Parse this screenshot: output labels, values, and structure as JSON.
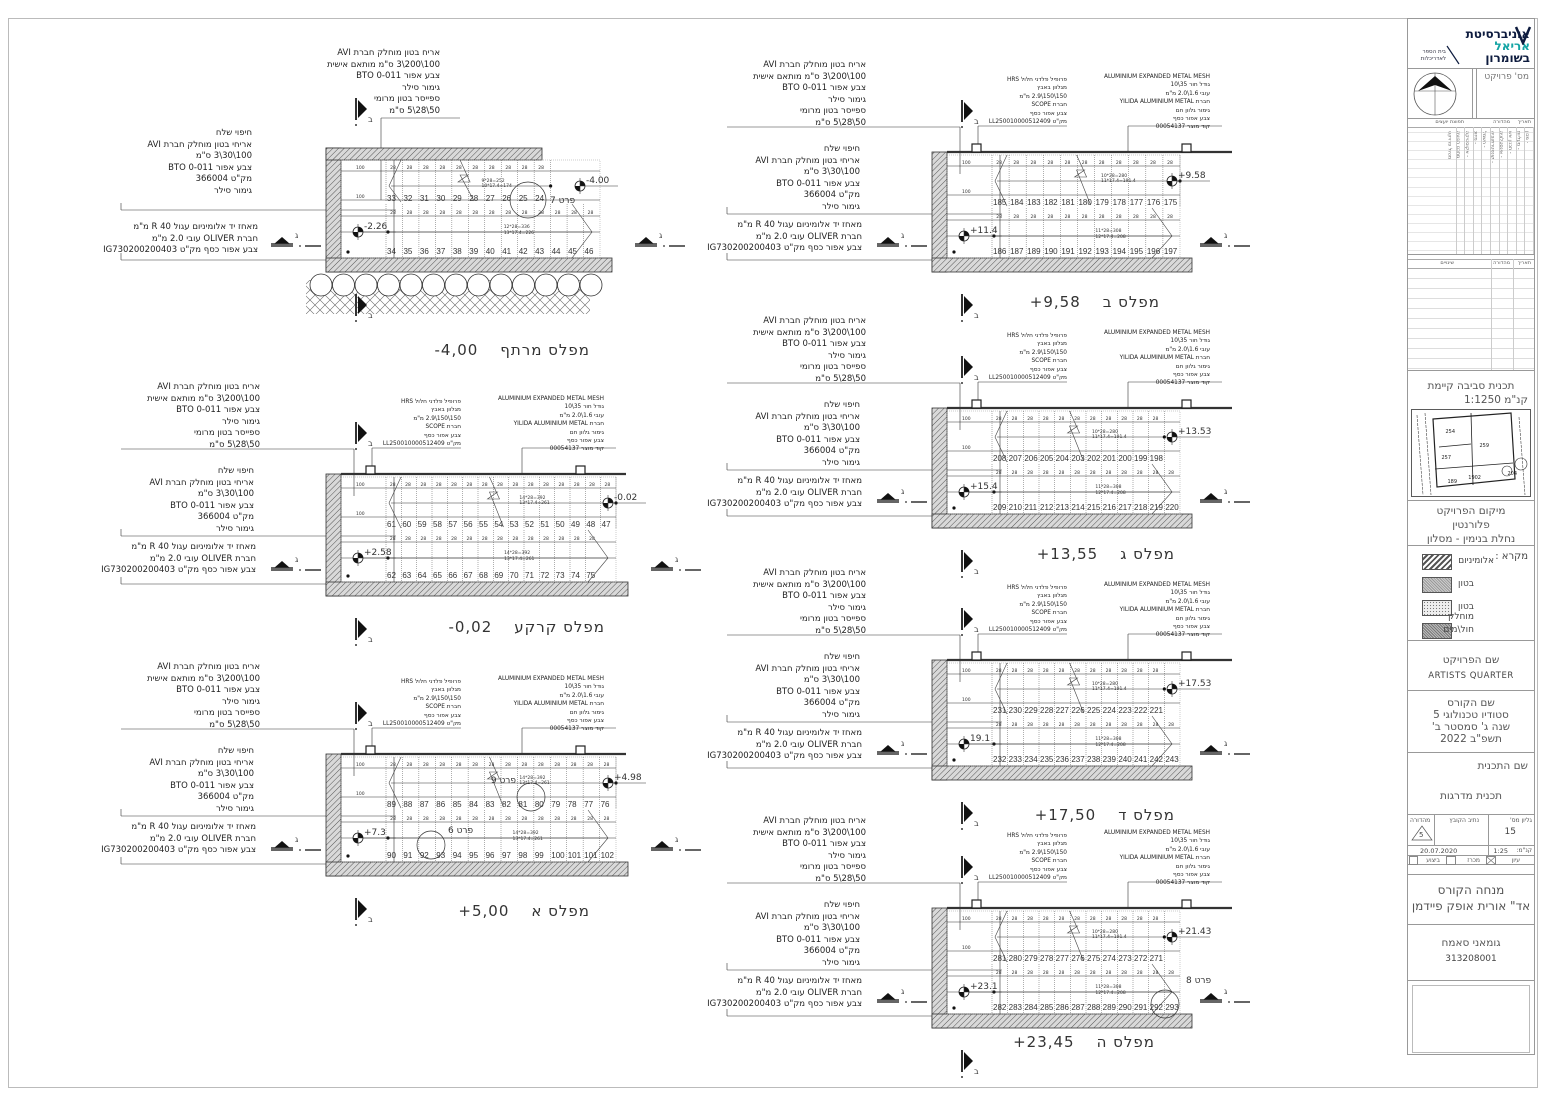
{
  "sheet": {
    "notes_floor_tile": [
      "אריח בטון מוחלק חברת AVI",
      "100\\200\\3 ס\"מ מותאם אישית",
      "צבע אפור BTO 0-011",
      "גימור סילר",
      "ספייסר בטון מרומי",
      "50\\28\\5 ס\"מ"
    ],
    "notes_stair_cladding": [
      "חיפוי שלח",
      "אריחי בטון מוחלק חברת AVI",
      "100\\30\\3 ס\"מ",
      "צבע אפור BTO 0-011",
      "מק\"ט 366004",
      "גימור סילר"
    ],
    "notes_handrail": [
      "מאחז יד אלומיניום עגול R 40 מ\"מ",
      "חברת OLIVER עובי 2.0 מ\"מ",
      "צבע אפור כסף מק\"ט IG730200200403"
    ],
    "notes_profile": [
      "פרופיל פלדני חלול HRS",
      "מגלוון באבץ",
      "150\\150\\2.9 מ\"מ",
      "חברת SCOPE",
      "צבע אפור כסף",
      "מק\"ט LL250010000512409"
    ],
    "notes_mesh": [
      "ALUMINIUM EXPANDED METAL MESH",
      "גודל חור 35\\10",
      "עובי 1.6\\2.0 מ\"מ",
      "חברת YILIDA ALUMINIUM METAL",
      "גימור גלוון חם",
      "צבע אפור כסף",
      "קוד מוצר 00054137"
    ],
    "tread_label": "28",
    "landing_label": "100",
    "section_b": "ב",
    "section_g": "ג"
  },
  "plans": [
    {
      "title": "מפלס מרתף",
      "level": "-4,00",
      "upper_elev": "-4.00",
      "lower_elev": "-2.26",
      "top_steps": [
        "33",
        "32",
        "31",
        "30",
        "29",
        "28",
        "27",
        "26",
        "25",
        "24"
      ],
      "bottom_steps": [
        "34",
        "35",
        "36",
        "37",
        "38",
        "39",
        "40",
        "41",
        "42",
        "43",
        "44",
        "45",
        "46"
      ],
      "calc_top": [
        "9*28=252",
        "10*17.4=174"
      ],
      "calc_bottom": [
        "12*28=336",
        "13*17.4=226"
      ],
      "detail": "פרט 7"
    },
    {
      "title": "מפלס קרקע",
      "level": "-0,02",
      "upper_elev": "-0.02",
      "lower_elev": "+2.58",
      "top_steps": [
        "61",
        "60",
        "59",
        "58",
        "57",
        "56",
        "55",
        "54",
        "53",
        "52",
        "51",
        "50",
        "49",
        "48",
        "47"
      ],
      "bottom_steps": [
        "62",
        "63",
        "64",
        "65",
        "66",
        "67",
        "68",
        "69",
        "70",
        "71",
        "72",
        "73",
        "74",
        "75"
      ],
      "calc_top": [
        "14*28=392",
        "13*17.4=261"
      ],
      "calc_bottom": [
        "14*28=392",
        "13*17.4=261"
      ],
      "detail": ""
    },
    {
      "title": "מפלס א",
      "level": "+5,00",
      "upper_elev": "+4.98",
      "lower_elev": "+7.3",
      "top_steps": [
        "89",
        "88",
        "87",
        "86",
        "85",
        "84",
        "83",
        "82",
        "81",
        "80",
        "79",
        "78",
        "77",
        "76"
      ],
      "bottom_steps": [
        "90",
        "91",
        "92",
        "93",
        "94",
        "95",
        "96",
        "97",
        "98",
        "99",
        "100",
        "101",
        "101",
        "102"
      ],
      "calc_top": [
        "14*28=392",
        "13*17.4=261"
      ],
      "calc_bottom": [
        "14*28=392",
        "13*17.4=261"
      ],
      "detail": "פרט 9",
      "detail2": "פרט 6"
    },
    {
      "title": "מפלס ב",
      "level": "+9,58",
      "upper_elev": "+9.58",
      "lower_elev": "+11.4",
      "top_steps": [
        "185",
        "184",
        "183",
        "182",
        "181",
        "180",
        "179",
        "178",
        "177",
        "176",
        "175"
      ],
      "bottom_steps": [
        "186",
        "187",
        "189",
        "190",
        "191",
        "192",
        "193",
        "194",
        "195",
        "196",
        "197"
      ],
      "calc_top": [
        "10*28=280",
        "11*17.4=191.4"
      ],
      "calc_bottom": [
        "11*28=308",
        "12*17.4=208"
      ],
      "detail": ""
    },
    {
      "title": "מפלס ג",
      "level": "+13,55",
      "upper_elev": "+13.53",
      "lower_elev": "+15.4",
      "top_steps": [
        "208",
        "207",
        "206",
        "205",
        "204",
        "203",
        "202",
        "201",
        "200",
        "199",
        "198"
      ],
      "bottom_steps": [
        "209",
        "210",
        "211",
        "212",
        "213",
        "214",
        "215",
        "216",
        "217",
        "218",
        "219",
        "220"
      ],
      "calc_top": [
        "10*28=280",
        "11*17.4=191.4"
      ],
      "calc_bottom": [
        "11*28=308",
        "12*17.4=208"
      ],
      "detail": ""
    },
    {
      "title": "מפלס ד",
      "level": "+17,50",
      "upper_elev": "+17.53",
      "lower_elev": "19.1",
      "top_steps": [
        "231",
        "230",
        "229",
        "228",
        "227",
        "226",
        "225",
        "224",
        "223",
        "222",
        "221"
      ],
      "bottom_steps": [
        "232",
        "233",
        "234",
        "235",
        "236",
        "237",
        "238",
        "239",
        "240",
        "241",
        "242",
        "243"
      ],
      "calc_top": [
        "10*28=280",
        "11*17.4=191.4"
      ],
      "calc_bottom": [
        "11*28=308",
        "12*17.4=208"
      ],
      "detail": ""
    },
    {
      "title": "מפלס ה",
      "level": "+23,45",
      "upper_elev": "+21.43",
      "lower_elev": "+23.1",
      "top_steps": [
        "281",
        "280",
        "279",
        "278",
        "277",
        "276",
        "275",
        "274",
        "273",
        "272",
        "271"
      ],
      "bottom_steps": [
        "282",
        "283",
        "284",
        "285",
        "286",
        "287",
        "288",
        "289",
        "290",
        "291",
        "292",
        "293"
      ],
      "calc_top": [
        "10*28=280",
        "11*17.4=191.4"
      ],
      "calc_bottom": [
        "11*28=308",
        "12*17.4=208"
      ],
      "detail": "פרט 8"
    }
  ],
  "title_block": {
    "logo": {
      "line1": "אוניברסיטת",
      "line2": "אריאל",
      "line3": "בשומרון",
      "school1": "בית הספר",
      "school2": "לאדריכלות"
    },
    "project_no_label": "מס' פרויקט",
    "consultants": {
      "date": "תאריך",
      "edition": "מהדורה",
      "header": "תפוצת יועצים",
      "columns": [
        "- מכון",
        "- מעליות",
        "- תכנון אש",
        "- אינסטלציה",
        "- קונסטרוקציה",
        "- חשמל",
        "- מיזוג",
        "- אקוסטיקה",
        "מתכנן תנועה",
        "מנהל פרויקט"
      ]
    },
    "changes": {
      "date": "תאריך",
      "edition": "מהדורה",
      "header": "שינויים"
    },
    "site_plan": {
      "title": "תכנית סביבה קיימת",
      "scale": "קנ\"מ 1:1250",
      "lots": [
        "254",
        "259",
        "257",
        "189",
        "1902",
        "204"
      ]
    },
    "location": {
      "label": "מיקום הפרויקט",
      "line1": "פלורנטין",
      "line2": "נחלת בנימין - מסלון"
    },
    "legend": {
      "label": "מקרא :",
      "items": [
        "אלומיניום",
        "בטון",
        "בטון מוחלק",
        "חול\\מים"
      ]
    },
    "project": {
      "label": "שם הפרויקט",
      "name": "ARTISTS QUARTER"
    },
    "course": {
      "label": "שם הקורס",
      "line1": "סטודיו טכנולוגי 5",
      "line2": "שנה ג' סמסטר ב'",
      "line3": "תשפ\"ב 2022"
    },
    "plan": {
      "label": "שם התכנית",
      "name": "תכנית מדרגות"
    },
    "sheet": {
      "edition_label": "מהדורה",
      "edition": "5",
      "path_label": "נתיב הקובץ",
      "sheet_label": "גליון מס'",
      "sheet_no": "15",
      "date": "20.07.2020",
      "scale_label": "קנ\"מ:",
      "scale": "1:25",
      "stage_execution": "ביצוע",
      "stage_tender": "מכרז",
      "stage_review": "עיון"
    },
    "instructor": {
      "label": "מנחה הקורס",
      "name": "אד\" אורית אופק פיידמן"
    },
    "student": {
      "name": "גומאני סאמח",
      "id": "313208001"
    }
  }
}
